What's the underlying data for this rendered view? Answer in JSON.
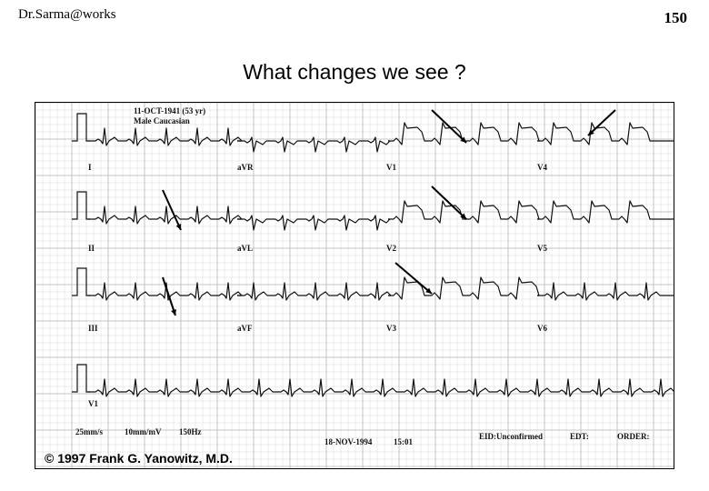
{
  "slide": {
    "author": "Dr.Sarma@works",
    "number": "150",
    "title": "What changes we see ?"
  },
  "ecg": {
    "header_line1": "11-OCT-1941 (53 yr)",
    "header_line2": "Male   Caucasian",
    "leads": [
      "I",
      "aVR",
      "V1",
      "V4",
      "II",
      "aVL",
      "V2",
      "V5",
      "III",
      "aVF",
      "V3",
      "V6",
      "V1"
    ],
    "speed": "25mm/s",
    "gain": "10mm/mV",
    "filter": "150Hz",
    "date": "18-NOV-1994",
    "time": "15:01",
    "status": "EID:Unconfirmed",
    "edt": "EDT:",
    "order": "ORDER:",
    "copyright": "© 1997 Frank G. Yanowitz, M.D."
  }
}
